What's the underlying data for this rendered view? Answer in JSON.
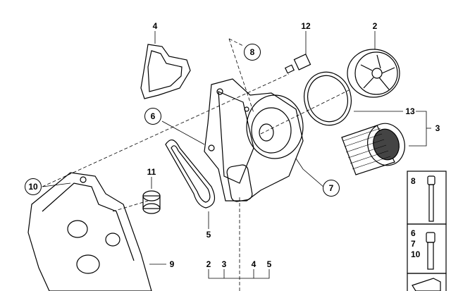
{
  "callouts": {
    "gasket_top": "4",
    "sensor": "12",
    "filter_cap": "2",
    "screw_ref_8": "8",
    "screw_ref_6": "6",
    "sealing_ring": "13",
    "filter_set": "3",
    "screw_ref_10": "10",
    "plug": "11",
    "screw_ref_7": "7",
    "gasket_bottom": "5",
    "housing": "9",
    "bottom_group": [
      "2",
      "3",
      "4",
      "5"
    ]
  },
  "inset": {
    "bolt_long": "8",
    "bolt_short": [
      "6",
      "7",
      "10"
    ]
  }
}
